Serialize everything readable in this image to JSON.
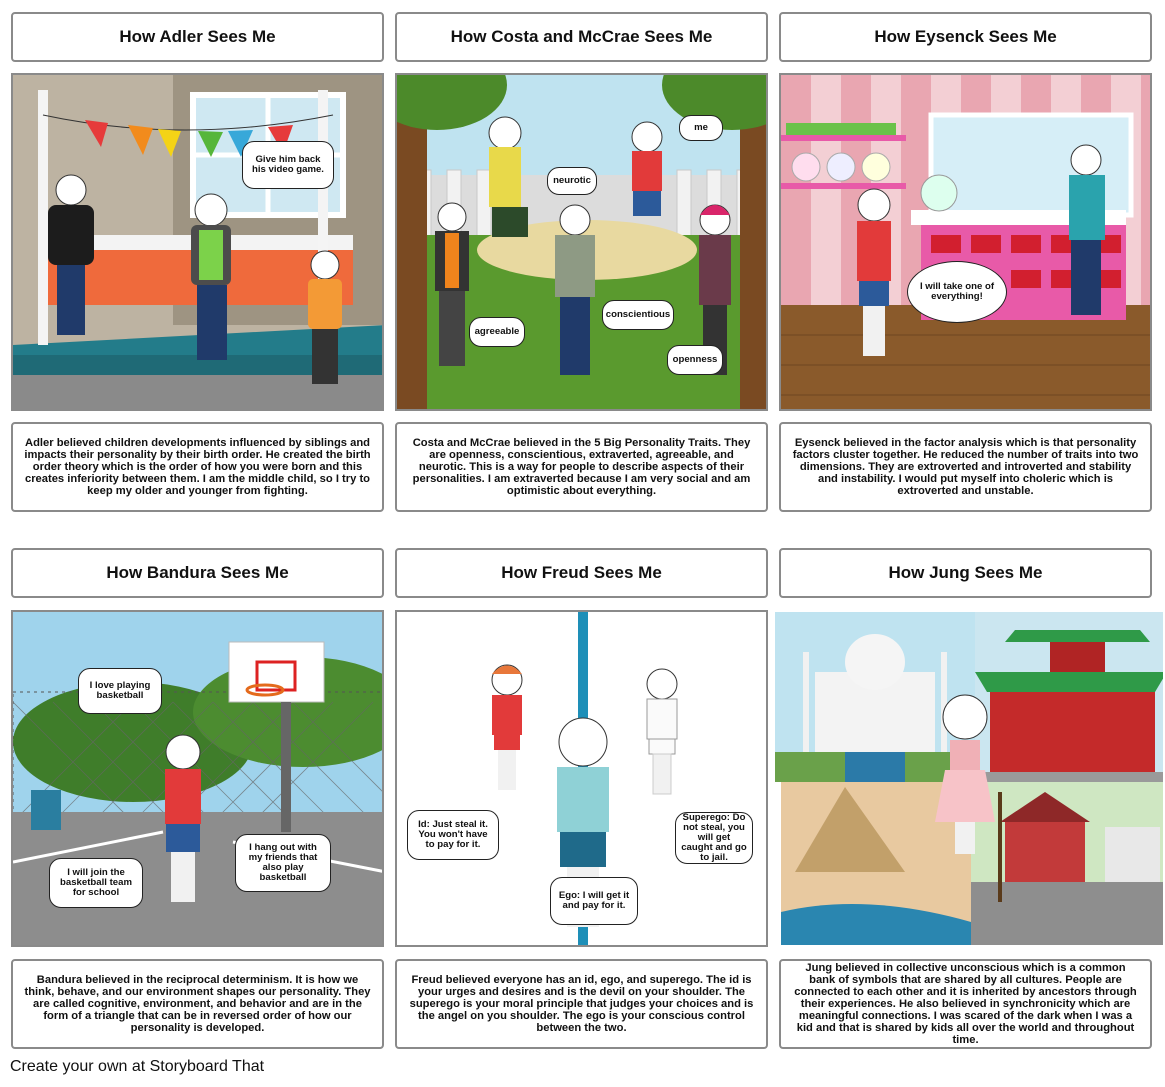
{
  "panels": [
    {
      "title": "How Adler Sees Me",
      "caption": "Adler believed children developments influenced by siblings and impacts their personality by their birth order. He created the birth order theory which is the order of how you were born and this creates inferiority between them. I am the middle child, so I try to keep my older and younger from fighting.",
      "bubbles": [
        "Give him back his video game."
      ]
    },
    {
      "title": "How Costa and McCrae Sees Me",
      "caption": "Costa and McCrae believed in the 5 Big Personality Traits. They are openness, conscientious, extraverted, agreeable, and neurotic. This is a way for people to describe aspects of their personalities. I am extraverted because I am very social and am optimistic about everything.",
      "bubbles": [
        "neurotic",
        "me",
        "agreeable",
        "conscientious",
        "openness"
      ]
    },
    {
      "title": "How Eysenck Sees Me",
      "caption": "Eysenck believed in the factor analysis which is that personality factors cluster together. He reduced the number of traits into two dimensions. They are extroverted and introverted and stability and instability. I would put myself into choleric which is extroverted and unstable.",
      "bubbles": [
        "I will take one of everything!"
      ]
    },
    {
      "title": "How Bandura Sees Me",
      "caption": "Bandura believed in the reciprocal determinism. It is how we think, behave, and our environment shapes our personality. They are called cognitive, environment, and behavior and are in the form of a triangle that can be in reversed order of how our personality is developed.",
      "bubbles": [
        "I love playing basketball",
        "I hang out with my friends that also play basketball",
        "I will join the basketball team for school"
      ]
    },
    {
      "title": "How Freud Sees Me",
      "caption": "Freud believed everyone has an id, ego, and superego. The id is your urges and desires and is the devil on your shoulder. The superego is your moral principle that judges your choices and is the angel on you shoulder. The ego is your conscious control between the two.",
      "bubbles": [
        "Id: Just steal it. You won't have to pay for it.",
        "Superego: Do not steal, you will get caught and go to jail.",
        "Ego: I will get it and pay for it."
      ]
    },
    {
      "title": "How Jung Sees Me",
      "caption": "Jung believed in collective unconscious which is a common bank of symbols that are shared by all cultures. People are connected to each other and it is inherited by ancestors through their experiences. He also believed in synchronicity which are meaningful connections. I was scared of the dark when I was a kid and that is shared by kids all over the world and throughout time.",
      "bubbles": []
    }
  ],
  "footer": "Create your own at Storyboard That",
  "colors": {
    "border": "#8a8a8a",
    "grass": "#5a9a2e",
    "court": "#8d8d8d",
    "floor": "#8b5a2b",
    "candy_pink": "#e85aa8"
  }
}
